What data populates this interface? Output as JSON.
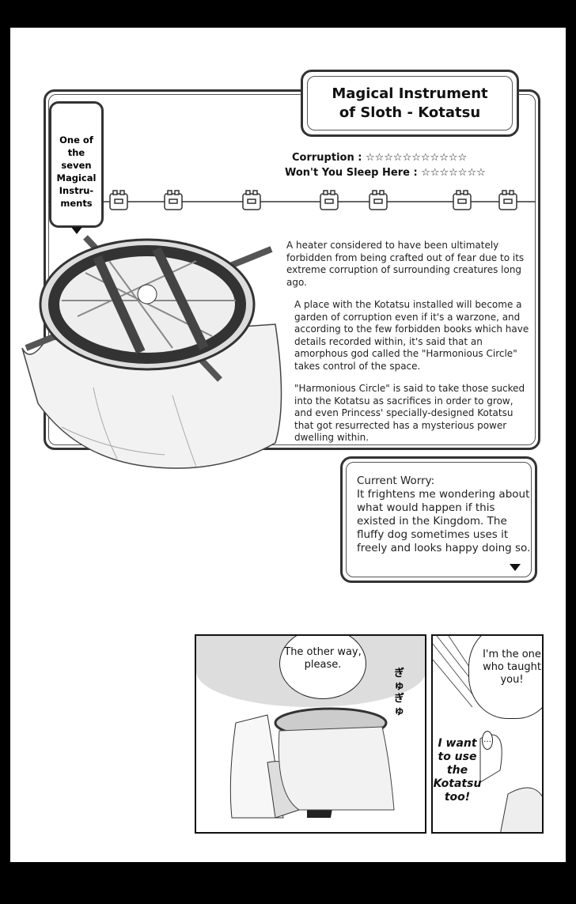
{
  "title": {
    "line1": "Magical Instrument",
    "line2": "of Sloth - Kotatsu"
  },
  "tab": {
    "lines": [
      "One of",
      "the seven",
      "Magical",
      "Instru-",
      "ments"
    ]
  },
  "ratings": [
    {
      "label": "Corruption :",
      "stars": "☆☆☆☆☆☆☆☆☆☆☆",
      "count": 11
    },
    {
      "label": "Won't You Sleep Here :",
      "stars": "☆☆☆☆☆☆☆",
      "count": 7
    }
  ],
  "description": [
    "A heater considered to have been ultimately forbidden from being crafted out of fear due to its extreme corruption of surrounding creatures long ago.",
    "A place with the Kotatsu installed will become a garden of corruption even if it's a warzone, and according to the few forbidden books which have details recorded within, it's said that an amorphous god called the \"Harmonious Circle\" takes control of the space.",
    "\"Harmonious Circle\" is said to take those sucked into the Kotatsu as sacrifices in order to grow, and even Princess' specially-designed Kotatsu that got resurrected has a mysterious power dwelling within."
  ],
  "worry": {
    "heading": "Current Worry:",
    "text": "It frightens me wondering about what would happen if this existed in the Kingdom. The fluffy dog sometimes uses it freely and looks happy doing so."
  },
  "panels": {
    "left_bubble": "The other way, please.",
    "sfx": "ぎゅ ぎゅ",
    "right_bubble": "I'm the one who taught you!",
    "ellipsis": "…",
    "shout": "I want to use the Kotatsu too!"
  }
}
